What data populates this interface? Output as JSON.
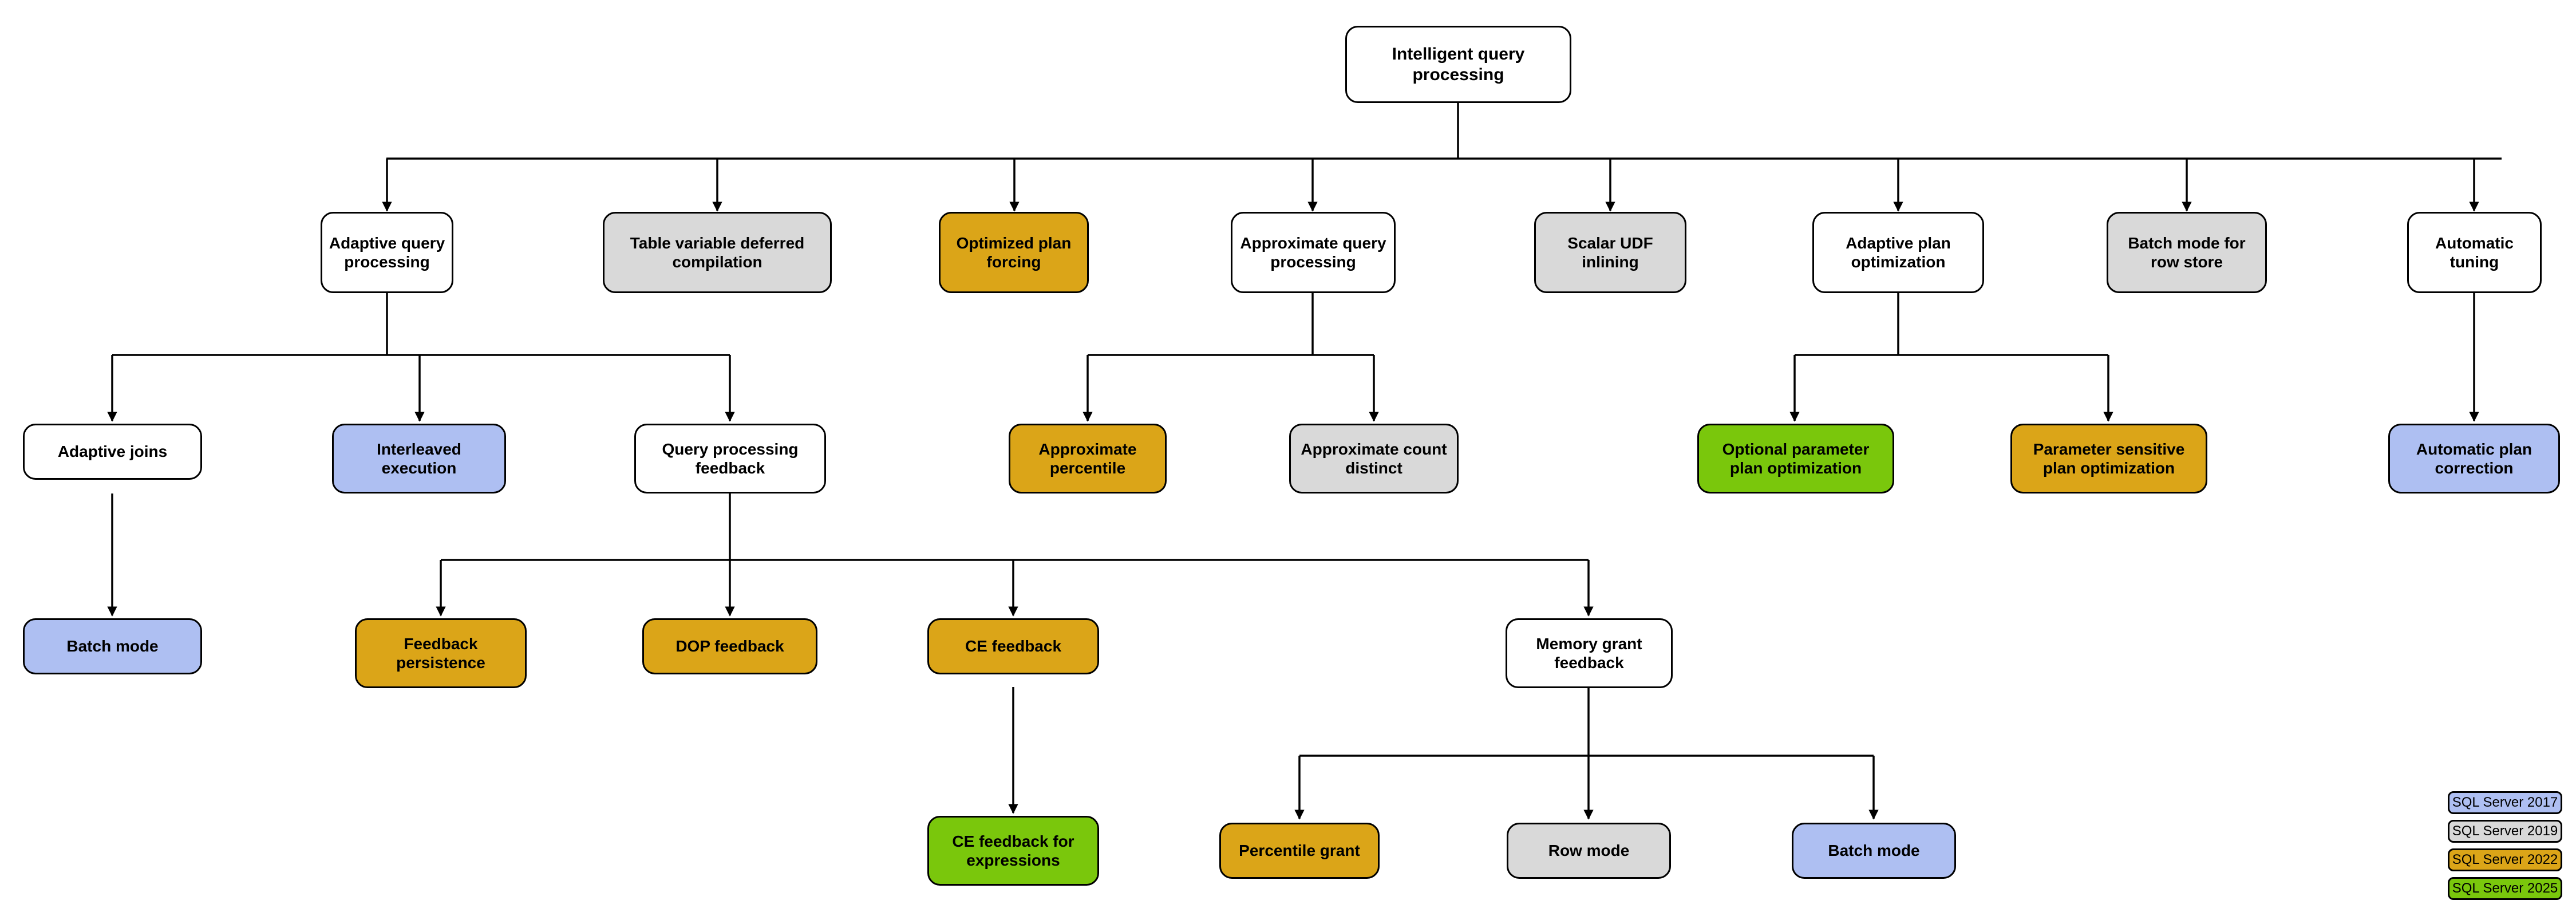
{
  "diagram": {
    "title": "Intelligent query processing",
    "edge_color": "#000000",
    "palette": {
      "white": "#ffffff",
      "gray": "#d9d9d9",
      "orange": "#dba518",
      "green": "#7ac70c",
      "blue": "#aebff2"
    },
    "nodes": {
      "root": "Intelligent query processing",
      "adaptive_query_processing": "Adaptive query processing",
      "table_variable_deferred_compilation": "Table variable deferred compilation",
      "optimized_plan_forcing": "Optimized plan forcing",
      "approximate_query_processing": "Approximate query processing",
      "scalar_udf_inlining": "Scalar UDF inlining",
      "adaptive_plan_optimization": "Adaptive plan optimization",
      "batch_mode_for_row_store": "Batch mode for row store",
      "automatic_tuning": "Automatic tuning",
      "adaptive_joins": "Adaptive joins",
      "interleaved_execution": "Interleaved execution",
      "query_processing_feedback": "Query processing feedback",
      "approximate_percentile": "Approximate percentile",
      "approximate_count_distinct": "Approximate count distinct",
      "optional_parameter_plan_optimization": "Optional parameter plan optimization",
      "parameter_sensitive_plan_optimization": "Parameter sensitive plan optimization",
      "automatic_plan_correction": "Automatic plan correction",
      "batch_mode": "Batch mode",
      "feedback_persistence": "Feedback persistence",
      "dop_feedback": "DOP feedback",
      "ce_feedback": "CE feedback",
      "memory_grant_feedback": "Memory grant feedback",
      "ce_feedback_for_expressions": "CE feedback for expressions",
      "percentile_grant": "Percentile grant",
      "row_mode": "Row mode",
      "batch_mode_mgf": "Batch mode"
    }
  },
  "legend": {
    "items": [
      {
        "label": "SQL Server 2017",
        "color": "#aebff2"
      },
      {
        "label": "SQL Server 2019",
        "color": "#d9d9d9"
      },
      {
        "label": "SQL Server 2022",
        "color": "#dba518"
      },
      {
        "label": "SQL Server 2025",
        "color": "#7ac70c"
      }
    ]
  }
}
